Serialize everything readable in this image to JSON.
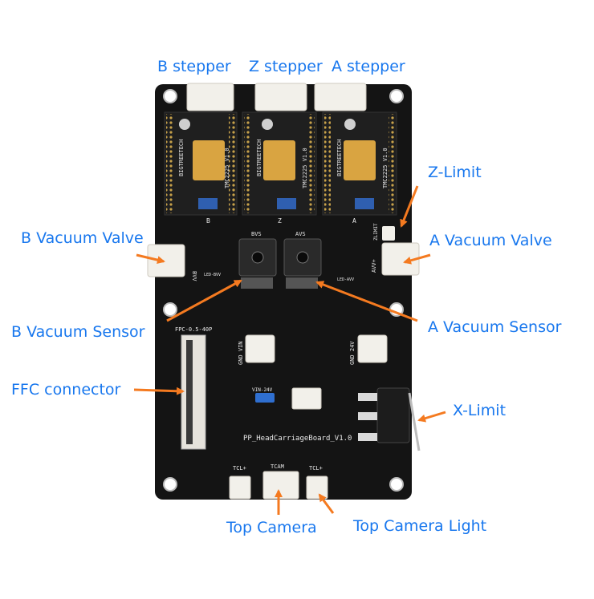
{
  "colors": {
    "label": "#1877ee",
    "arrow": "#f47a20",
    "pcb": "#141414",
    "driver_pcb": "#1f1f1f",
    "connector": "#f2f0ea",
    "chip": "#d9a441"
  },
  "labels": {
    "b_stepper": "B stepper",
    "z_stepper": "Z stepper",
    "a_stepper": "A stepper",
    "z_limit": "Z-Limit",
    "b_vacuum_valve": "B Vacuum Valve",
    "a_vacuum_valve": "A Vacuum Valve",
    "b_vacuum_sensor": "B Vacuum Sensor",
    "a_vacuum_sensor": "A Vacuum Sensor",
    "ffc_connector": "FFC connector",
    "x_limit": "X-Limit",
    "top_camera": "Top Camera",
    "top_camera_light": "Top Camera Light"
  },
  "silkscreen": {
    "board_name": "PP_HeadCarriageBoard_V1.0",
    "bvs": "BVS",
    "avs": "AVS",
    "bvv": "BVV",
    "avv": "AVV+",
    "zlimit": "ZLIMIT",
    "ffc": "FPC-0.5-40P",
    "gnd_vin": "GND VIN",
    "gnd_24v": "GND 24V",
    "vin_24v": "VIN-24V",
    "tcl_left": "TCL+",
    "tcam": "TCAM",
    "tcl_right": "TCL+",
    "led_bvv": "LED-BVV",
    "led_avv": "LED-AVV",
    "slot_b": "B",
    "slot_z": "Z",
    "slot_a": "A",
    "driver_brand": "BIGTREETECH",
    "driver_model": "TMC2225 V1.0"
  }
}
